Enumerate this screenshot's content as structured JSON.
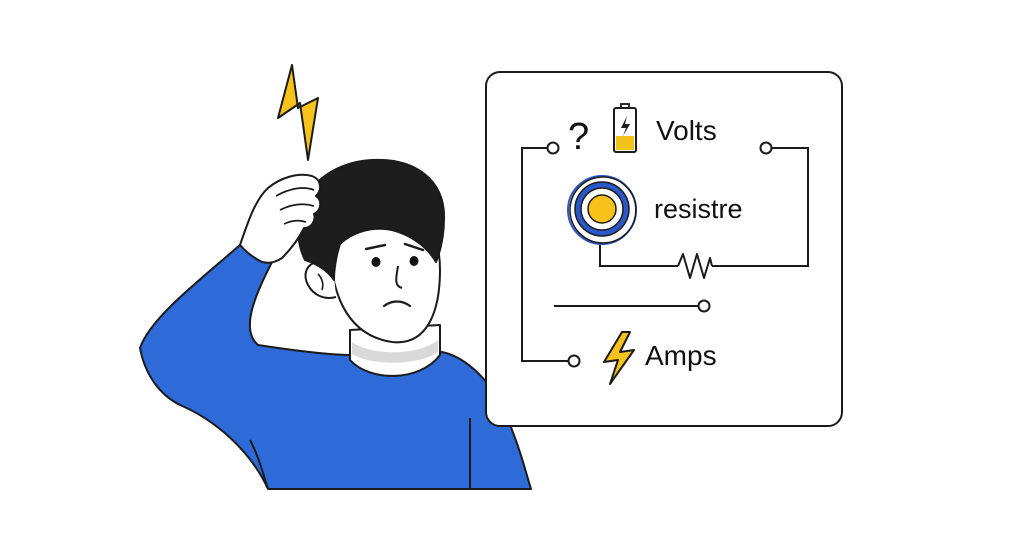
{
  "card": {
    "question_mark": "?",
    "rows": [
      {
        "id": "volts",
        "label": "Volts",
        "icon": "battery-icon"
      },
      {
        "id": "resistre",
        "label": "resistre",
        "icon": "dial-icon"
      },
      {
        "id": "amps",
        "label": "Amps",
        "icon": "lightning-bolt-icon"
      }
    ]
  },
  "colors": {
    "shirt": "#2f6ad9",
    "hair": "#1d1d1d",
    "bolt": "#f7c21a",
    "bolt_outline": "#1b1b1b",
    "battery_fill": "#f2c318",
    "dial_ring": "#2b58c9",
    "stroke": "#1b1b1b",
    "background": "#ffffff"
  }
}
